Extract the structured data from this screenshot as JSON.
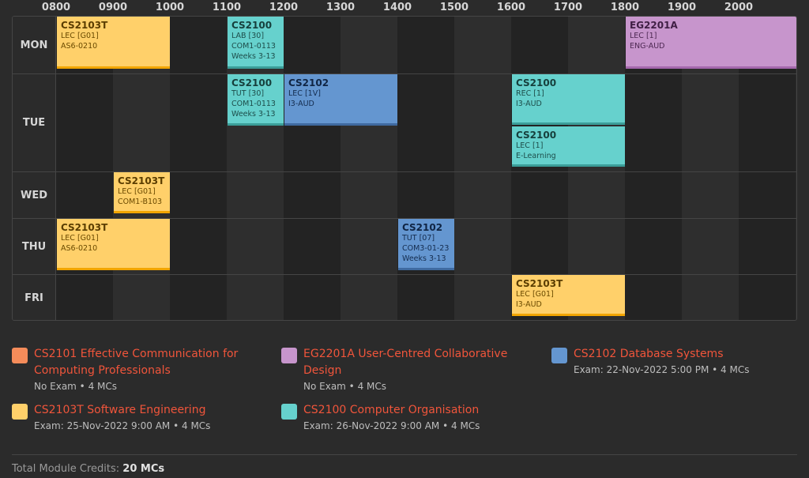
{
  "hours": [
    "0800",
    "0900",
    "1000",
    "1100",
    "1200",
    "1300",
    "1400",
    "1500",
    "1600",
    "1700",
    "1800",
    "1900",
    "2000"
  ],
  "days": [
    "MON",
    "TUE",
    "WED",
    "THU",
    "FRI"
  ],
  "lessons": {
    "mon_1": {
      "code": "CS2103T",
      "l1": "LEC [G01]",
      "l2": "AS6-0210",
      "l3": ""
    },
    "mon_2": {
      "code": "CS2100",
      "l1": "LAB [30]",
      "l2": "COM1-0113",
      "l3": "Weeks 3-13"
    },
    "mon_3": {
      "code": "EG2201A",
      "l1": "LEC [1]",
      "l2": "ENG-AUD",
      "l3": ""
    },
    "tue_1": {
      "code": "CS2100",
      "l1": "TUT [30]",
      "l2": "COM1-0113",
      "l3": "Weeks 3-13"
    },
    "tue_2": {
      "code": "CS2102",
      "l1": "LEC [1V]",
      "l2": "I3-AUD",
      "l3": ""
    },
    "tue_3": {
      "code": "CS2100",
      "l1": "REC [1]",
      "l2": "I3-AUD",
      "l3": ""
    },
    "tue_4": {
      "code": "CS2100",
      "l1": "LEC [1]",
      "l2": "E-Learning",
      "l3": ""
    },
    "wed_1": {
      "code": "CS2103T",
      "l1": "LEC [G01]",
      "l2": "COM1-B103",
      "l3": ""
    },
    "thu_1": {
      "code": "CS2103T",
      "l1": "LEC [G01]",
      "l2": "AS6-0210",
      "l3": ""
    },
    "thu_2": {
      "code": "CS2102",
      "l1": "TUT [07]",
      "l2": "COM3-01-23",
      "l3": "Weeks 3-13"
    },
    "fri_1": {
      "code": "CS2103T",
      "l1": "LEC [G01]",
      "l2": "I3-AUD",
      "l3": ""
    }
  },
  "modules": {
    "m1": {
      "title": "CS2101 Effective Communication for Computing Professionals",
      "sub": "No Exam • 4 MCs",
      "color": "#f58c5a"
    },
    "m2": {
      "title": "EG2201A User-Centred Collaborative Design",
      "sub": "No Exam • 4 MCs",
      "color": "#c795cc"
    },
    "m3": {
      "title": "CS2102 Database Systems",
      "sub": "Exam: 22-Nov-2022 5:00 PM • 4 MCs",
      "color": "#6496d0"
    },
    "m4": {
      "title": "CS2103T Software Engineering",
      "sub": "Exam: 25-Nov-2022 9:00 AM • 4 MCs",
      "color": "#ffd06a"
    },
    "m5": {
      "title": "CS2100 Computer Organisation",
      "sub": "Exam: 26-Nov-2022 9:00 AM • 4 MCs",
      "color": "#66d1cd"
    }
  },
  "total": {
    "label": "Total Module Credits:",
    "value": "20 MCs"
  }
}
